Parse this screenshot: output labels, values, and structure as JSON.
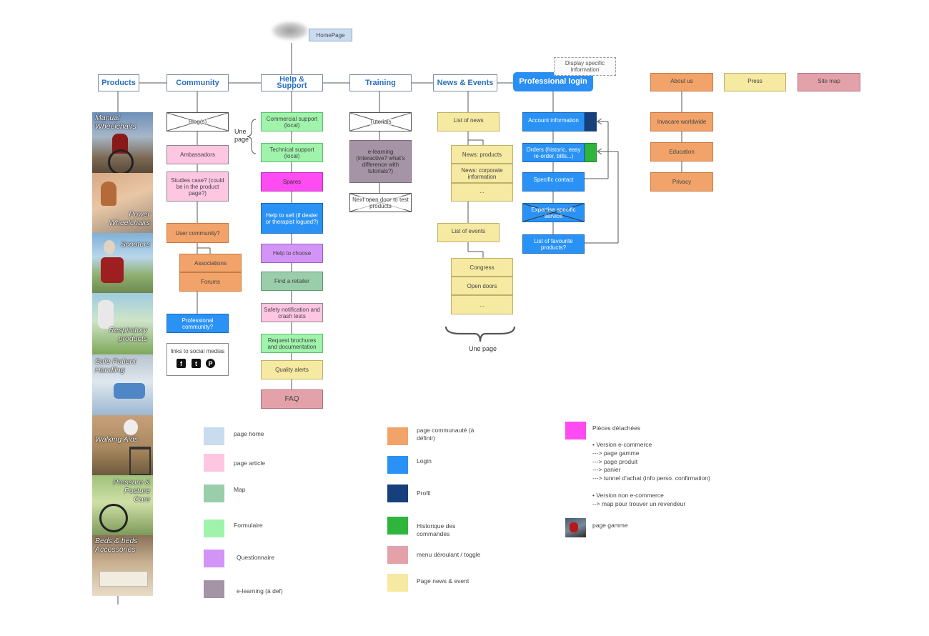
{
  "home": {
    "label": "HomePage"
  },
  "nav": {
    "products": "Products",
    "community": "Community",
    "help": "Help & Support",
    "training": "Training",
    "news": "News & Events",
    "login": "Professional login"
  },
  "display_specific": "Display specific information",
  "top_right": {
    "about": "About us",
    "press": "Press",
    "sitemap": "Site map"
  },
  "about_children": [
    "Invacare worldwide",
    "Education",
    "Privacy"
  ],
  "products": [
    "Manual Wheelchairs",
    "Power Wheelchairs",
    "Scooters",
    "Respiratory products",
    "Safe Patient Handling",
    "Walking Aids",
    "Pressure & Posture Care",
    "Beds & beds Accessories"
  ],
  "community": {
    "blog": "Blog(s)",
    "ambassadors": "Ambassadors",
    "studies": "Studies case? (could be in the product page?)",
    "user_community": "User community?",
    "associations": "Associations",
    "forums": "Forums",
    "professional": "Professional community?",
    "social": "links to social medias",
    "social_icons": [
      "f",
      "t",
      "P"
    ]
  },
  "help": {
    "commercial": "Commercial support (local)",
    "technical": "Technical support (local)",
    "une_page": "Une page",
    "spares": "Spares",
    "help_sell": "Help to sell (if dealer or therapist logued?)",
    "help_choose": "Help to choose",
    "retailer": "Find a retailer",
    "safety": "Safety notification and crash tests",
    "brochures": "Request brochures and documentation",
    "quality": "Quality alerts",
    "faq": "FAQ"
  },
  "training": {
    "tutorials": "Tutorials",
    "elearning": "e-learning (interactive? what's difference with tutorials?)",
    "open_door": "Next open door to test products"
  },
  "news": {
    "list_news": "List of news",
    "news_products": "News: products",
    "news_corporate": "News: corporate information",
    "ellipsis1": "...",
    "list_events": "List of events",
    "congress": "Congress",
    "open_doors": "Open doors",
    "ellipsis2": "...",
    "une_page": "Une page"
  },
  "login": {
    "account": "Account information",
    "orders": "Orders (historic, easy re-order, bills...)",
    "contact": "Specific contact",
    "expertise": "Expertise specific service",
    "favourites": "List of favourite products?"
  },
  "legend": {
    "col1": [
      "page home",
      "page article",
      "Map",
      "Formulaire",
      "Questionnaire",
      "e-learning (à def)"
    ],
    "col2": [
      "page communauté (à définir)",
      "Login",
      "Profil",
      "Historique des commandes",
      "menu déroulant / toggle",
      "Page news & event"
    ],
    "col3_title": "Pièces détachées",
    "col3_lines": [
      "• Version e-commerce",
      "---> page gamme",
      "---> page produit",
      "---> panier",
      "---> tunnel d'achat (info perso. confirmation)",
      "",
      "• Version non e-commerce",
      "--> map pour trouver un revendeur"
    ],
    "gamme": "page gamme"
  },
  "colors": {
    "home": "#c9dbef",
    "article": "#ffc6e2",
    "map": "#9acda9",
    "form": "#9ff3ab",
    "quest": "#d295f7",
    "elearn": "#a593a6",
    "community": "#f2a36a",
    "login": "#2a92f5",
    "profil": "#173f7c",
    "historique": "#2fb53e",
    "toggle": "#e3a2a9",
    "news": "#f6e9a1",
    "pieces": "#ff4bf2"
  }
}
